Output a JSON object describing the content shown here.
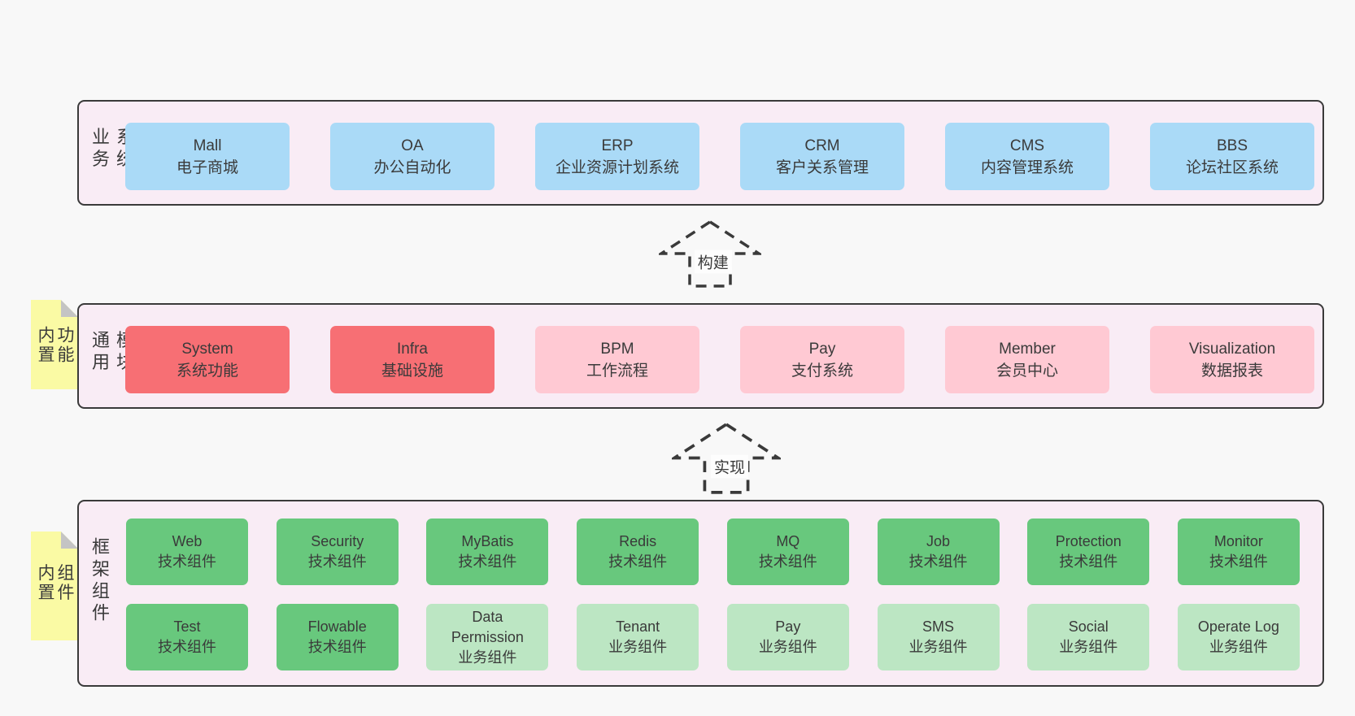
{
  "layers": [
    {
      "label": "业务系统",
      "boxes": [
        {
          "name": "Mall",
          "desc": "电子商城",
          "variant": "blue"
        },
        {
          "name": "OA",
          "desc": "办公自动化",
          "variant": "blue"
        },
        {
          "name": "ERP",
          "desc": "企业资源计划系统",
          "variant": "blue"
        },
        {
          "name": "CRM",
          "desc": "客户关系管理",
          "variant": "blue"
        },
        {
          "name": "CMS",
          "desc": "内容管理系统",
          "variant": "blue"
        },
        {
          "name": "BBS",
          "desc": "论坛社区系统",
          "variant": "blue"
        }
      ]
    },
    {
      "label": "通用模块",
      "sticky": "内置功能",
      "boxes": [
        {
          "name": "System",
          "desc": "系统功能",
          "variant": "red"
        },
        {
          "name": "Infra",
          "desc": "基础设施",
          "variant": "red"
        },
        {
          "name": "BPM",
          "desc": "工作流程",
          "variant": "pink"
        },
        {
          "name": "Pay",
          "desc": "支付系统",
          "variant": "pink"
        },
        {
          "name": "Member",
          "desc": "会员中心",
          "variant": "pink"
        },
        {
          "name": "Visualization",
          "desc": "数据报表",
          "variant": "pink"
        }
      ]
    },
    {
      "label": "框架组件",
      "sticky": "内置组件",
      "rows": [
        [
          {
            "name": "Web",
            "desc": "技术组件",
            "variant": "green"
          },
          {
            "name": "Security",
            "desc": "技术组件",
            "variant": "green"
          },
          {
            "name": "MyBatis",
            "desc": "技术组件",
            "variant": "green"
          },
          {
            "name": "Redis",
            "desc": "技术组件",
            "variant": "green"
          },
          {
            "name": "MQ",
            "desc": "技术组件",
            "variant": "green"
          },
          {
            "name": "Job",
            "desc": "技术组件",
            "variant": "green"
          },
          {
            "name": "Protection",
            "desc": "技术组件",
            "variant": "green"
          },
          {
            "name": "Monitor",
            "desc": "技术组件",
            "variant": "green"
          }
        ],
        [
          {
            "name": "Test",
            "desc": "技术组件",
            "variant": "green"
          },
          {
            "name": "Flowable",
            "desc": "技术组件",
            "variant": "green"
          },
          {
            "name": "Data Permission",
            "desc": "业务组件",
            "variant": "lightgreen"
          },
          {
            "name": "Tenant",
            "desc": "业务组件",
            "variant": "lightgreen"
          },
          {
            "name": "Pay",
            "desc": "业务组件",
            "variant": "lightgreen"
          },
          {
            "name": "SMS",
            "desc": "业务组件",
            "variant": "lightgreen"
          },
          {
            "name": "Social",
            "desc": "业务组件",
            "variant": "lightgreen"
          },
          {
            "name": "Operate Log",
            "desc": "业务组件",
            "variant": "lightgreen"
          }
        ]
      ]
    }
  ],
  "arrows": [
    {
      "label": "构建"
    },
    {
      "label": "实现"
    }
  ],
  "colors": {
    "page_bg": "#f8f8f8",
    "layer_bg": "#f9ecf5",
    "border": "#3a3a3a",
    "blue": "#aadaf7",
    "red": "#f76f74",
    "pink": "#ffc9d3",
    "green": "#68c87d",
    "light_green": "#bce6c3",
    "sticky_yellow": "#fafaa4",
    "fold_gray": "#c4c4c4"
  }
}
